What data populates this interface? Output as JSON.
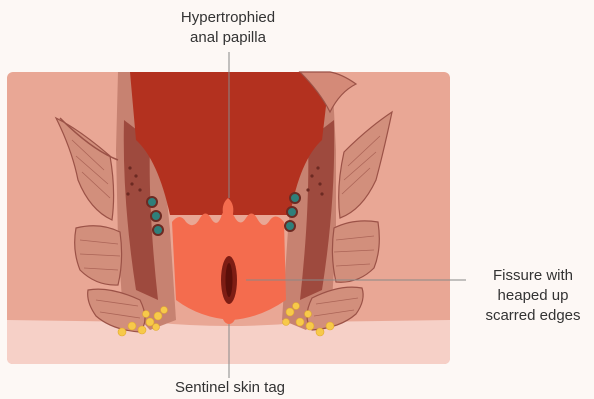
{
  "labels": {
    "hypertrophied_papilla": [
      "Hypertrophied",
      "anal papilla"
    ],
    "fissure": [
      "Fissure with",
      "heaped up",
      "scarred edges"
    ],
    "sentinel_tag": [
      "Sentinel skin tag"
    ]
  },
  "colors": {
    "background": "#fdf8f5",
    "panel": "#e8a493",
    "skin_light": "#f4c8bf",
    "muscle": "#c98574",
    "muscle_dark": "#9b5247",
    "lumen": "#b3311f",
    "mucosa": "#f46a4e",
    "fissure": "#7e1d14",
    "fat": "#f7c94a",
    "leader_line": "#888888"
  }
}
